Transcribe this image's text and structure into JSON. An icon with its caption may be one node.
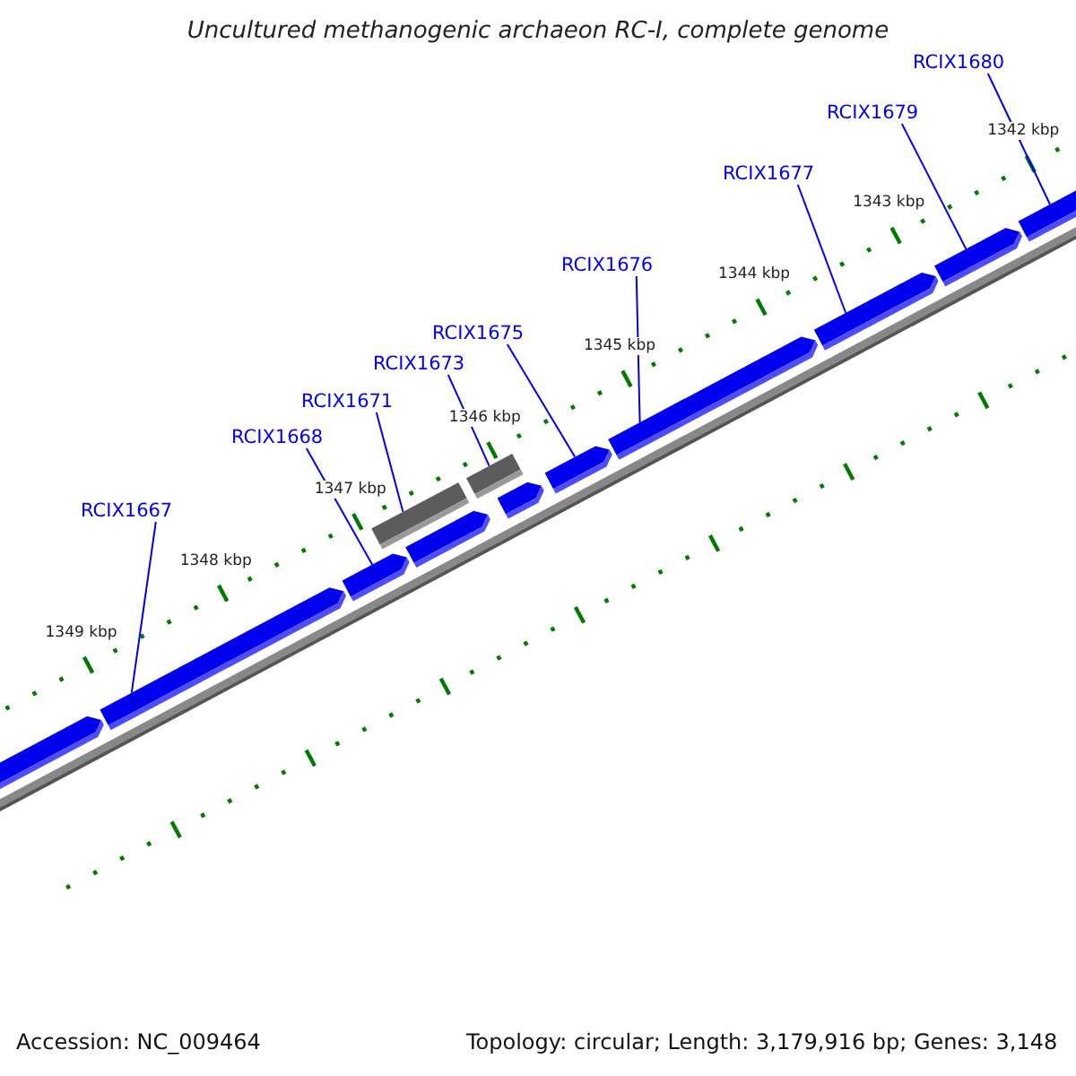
{
  "diagram": {
    "title": "Uncultured methanogenic archaeon RC-I, complete genome",
    "nodes": [
      {
        "text": [
          "RCIX1680"
        ]
      },
      {
        "text": [
          "RCIX1679"
        ]
      },
      {
        "text": [
          "RCIX1677"
        ]
      },
      {
        "text": [
          "RCIX1676"
        ]
      },
      {
        "text": [
          "RCIX1675"
        ]
      },
      {
        "text": [
          "RCIX1673"
        ]
      },
      {
        "text": [
          "RCIX1671"
        ]
      },
      {
        "text": [
          "RCIX1668"
        ]
      },
      {
        "text": [
          "RCIX1667"
        ]
      },
      {
        "text": [],
        "shape": "box"
      },
      {
        "text": [],
        "shape": "box"
      },
      {
        "text": [],
        "shape": "box"
      },
      {
        "text": [],
        "shape": "bar"
      },
      {
        "text": [],
        "shape": "box"
      },
      {
        "text": [],
        "shape": "bar"
      },
      {
        "text": [],
        "shape": "box"
      },
      {
        "text": [],
        "shape": "box"
      },
      {
        "text": [],
        "shape": "box"
      },
      {
        "text": [],
        "shape": "box"
      },
      {
        "text": [],
        "shape": "box"
      },
      {
        "text": [],
        "shape": "box"
      }
    ],
    "edges": [
      {
        "from": 0,
        "to": 20,
        "arrow": "none"
      },
      {
        "from": 1,
        "to": 19,
        "arrow": "none"
      },
      {
        "from": 2,
        "to": 18,
        "arrow": "none"
      },
      {
        "from": 3,
        "to": 17,
        "arrow": "none"
      },
      {
        "from": 4,
        "to": 16,
        "arrow": "none"
      },
      {
        "from": 5,
        "to": 14,
        "arrow": "none"
      },
      {
        "from": 6,
        "to": 12,
        "arrow": "none"
      },
      {
        "from": 7,
        "to": 11,
        "arrow": "none"
      },
      {
        "from": 8,
        "to": 10,
        "arrow": "none"
      }
    ],
    "labels": [
      "1342 kbp",
      "1343 kbp",
      "1344 kbp",
      "1345 kbp",
      "1346 kbp",
      "1347 kbp",
      "1348 kbp",
      "1349 kbp",
      "Accession: NC_009464",
      "Topology: circular; Length: 3,179,916 bp; Genes: 3,148"
    ]
  }
}
